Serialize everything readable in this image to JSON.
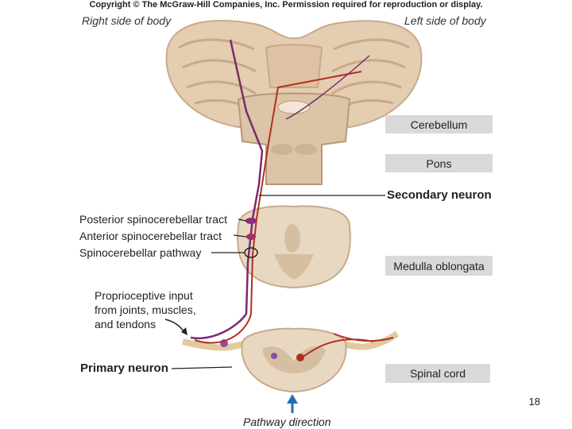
{
  "header": {
    "copyright": "Copyright © The McGraw-Hill Companies, Inc. Permission required for reproduction or display.",
    "right_side": "Right side of body",
    "left_side": "Left side of body"
  },
  "labels": {
    "cerebellum": "Cerebellum",
    "pons": "Pons",
    "secondary_neuron": "Secondary neuron",
    "posterior_tract": "Posterior spinocerebellar tract",
    "anterior_tract": "Anterior spinocerebellar tract",
    "pathway": "Spinocerebellar pathway",
    "medulla": "Medulla oblongata",
    "proprioceptive_line1": "Proprioceptive input",
    "proprioceptive_line2": "from joints, muscles,",
    "proprioceptive_line3": "and tendons",
    "primary_neuron": "Primary neuron",
    "spinal_cord": "Spinal cord",
    "pathway_direction": "Pathway direction"
  },
  "page_number": "18",
  "colors": {
    "tissue": "#e4cdb0",
    "tissue_dark": "#c9a98a",
    "tract_purple": "#7a2a6e",
    "tract_red": "#b0301e",
    "label_box": "#d9d9d9",
    "arrow_blue": "#1f6fb5"
  }
}
